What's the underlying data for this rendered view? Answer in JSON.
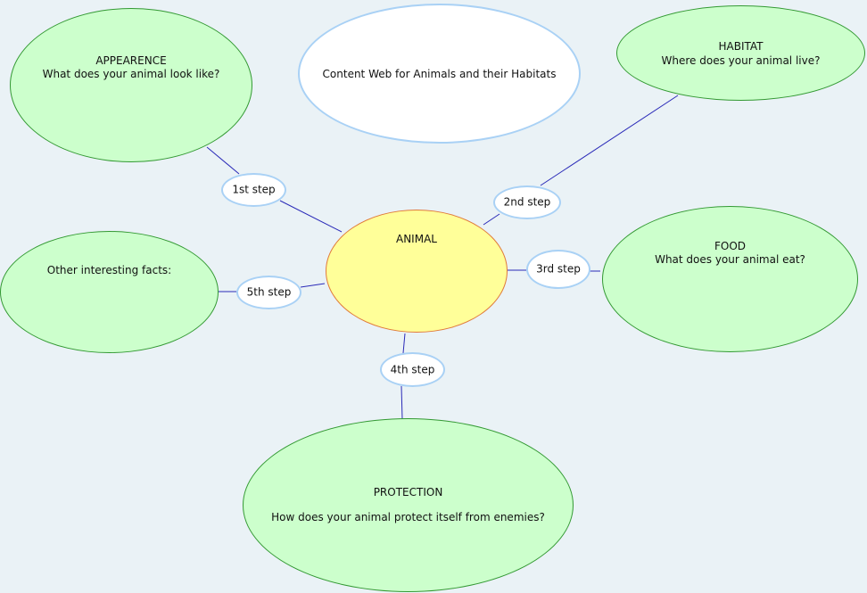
{
  "colors": {
    "background": "#eaf2f6",
    "topic_fill": "#ccffcc",
    "topic_border": "#339933",
    "center_fill": "#ffff99",
    "center_border": "#e07a3a",
    "step_border": "#a9d1f5",
    "connector": "#2a2ab8"
  },
  "title": "Content Web for Animals and their Habitats",
  "center": {
    "label": "ANIMAL"
  },
  "topics": {
    "appearence": {
      "heading": "APPEARENCE",
      "question": "What does your animal look like?"
    },
    "habitat": {
      "heading": "HABITAT",
      "question": "Where does your animal live?"
    },
    "food": {
      "heading": "FOOD",
      "question": "What does your animal eat?"
    },
    "protection": {
      "heading": "PROTECTION",
      "question": "How does your animal protect itself from enemies?"
    },
    "other": {
      "heading": "Other interesting facts:"
    }
  },
  "steps": {
    "s1": "1st step",
    "s2": "2nd step",
    "s3": "3rd step",
    "s4": "4th step",
    "s5": "5th step"
  }
}
